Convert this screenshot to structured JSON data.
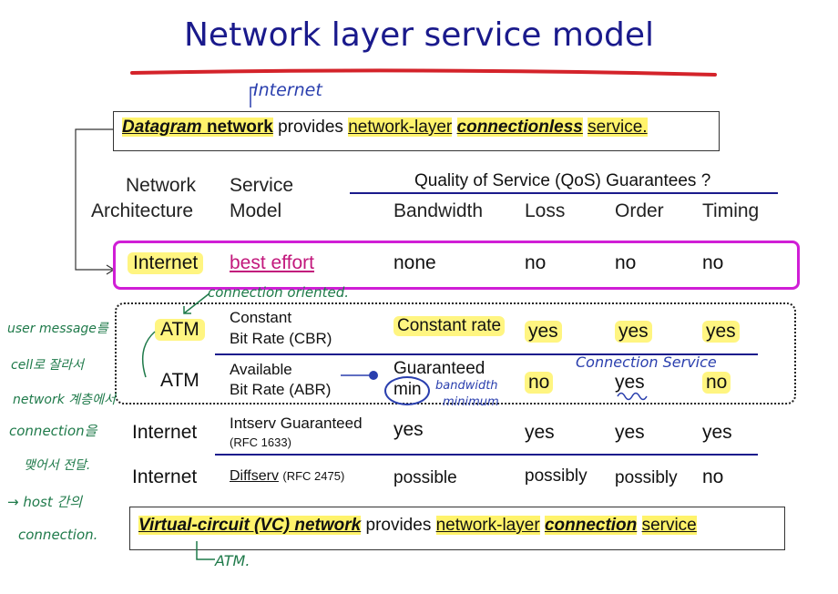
{
  "slide": {
    "title": "Network layer service model",
    "datagram_banner": {
      "bold_italic": "Datagram",
      "bold": "network",
      "text1": "provides",
      "hl1": "network-layer",
      "bold_italic2": "connectionless",
      "hl2": "service."
    },
    "vc_banner": {
      "bold_italic": "Virtual-circuit (VC) network",
      "text1": "provides",
      "hl1": "network-layer",
      "bold_italic2": "connection",
      "hl2": "service"
    },
    "table": {
      "headers": {
        "arch": [
          "Network",
          "Architecture"
        ],
        "model": [
          "Service",
          "Model"
        ],
        "qos": "Quality of Service (QoS) Guarantees ?",
        "bandwidth": "Bandwidth",
        "loss": "Loss",
        "order": "Order",
        "timing": "Timing"
      },
      "rows": [
        {
          "arch": "Internet",
          "model": "best effort",
          "bandwidth": "none",
          "loss": "no",
          "order": "no",
          "timing": "no"
        },
        {
          "arch": "ATM",
          "model1": "Constant",
          "model2": "Bit Rate (CBR)",
          "bandwidth": "Constant rate",
          "loss": "yes",
          "order": "yes",
          "timing": "yes"
        },
        {
          "arch": "ATM",
          "model1": "Available",
          "model2": "Bit Rate (ABR)",
          "bandwidth1": "Guaranteed",
          "bandwidth2": "min",
          "loss": "no",
          "order": "yes",
          "timing": "no"
        },
        {
          "arch": "Internet",
          "model1": "Intserv Guaranteed",
          "model2": "(RFC 1633)",
          "bandwidth": "yes",
          "loss": "yes",
          "order": "yes",
          "timing": "yes"
        },
        {
          "arch": "Internet",
          "model1": "Diffserv",
          "model_ref": "(RFC 2475)",
          "bandwidth": "possible",
          "loss": "possibly",
          "order": "possibly",
          "timing": "no"
        }
      ]
    },
    "notes": {
      "internet": "Internet",
      "connection_oriented": "connection oriented.",
      "atm": "ATM.",
      "bandwidth_note1": "bandwidth",
      "bandwidth_note2": "minimum",
      "connection_service": "Connection Service",
      "user_message": [
        "user message를",
        "cell로 잘라서",
        "network 계층에서",
        "connection을",
        "맺어서 전달.",
        "→ host 간의",
        "connection."
      ]
    }
  }
}
